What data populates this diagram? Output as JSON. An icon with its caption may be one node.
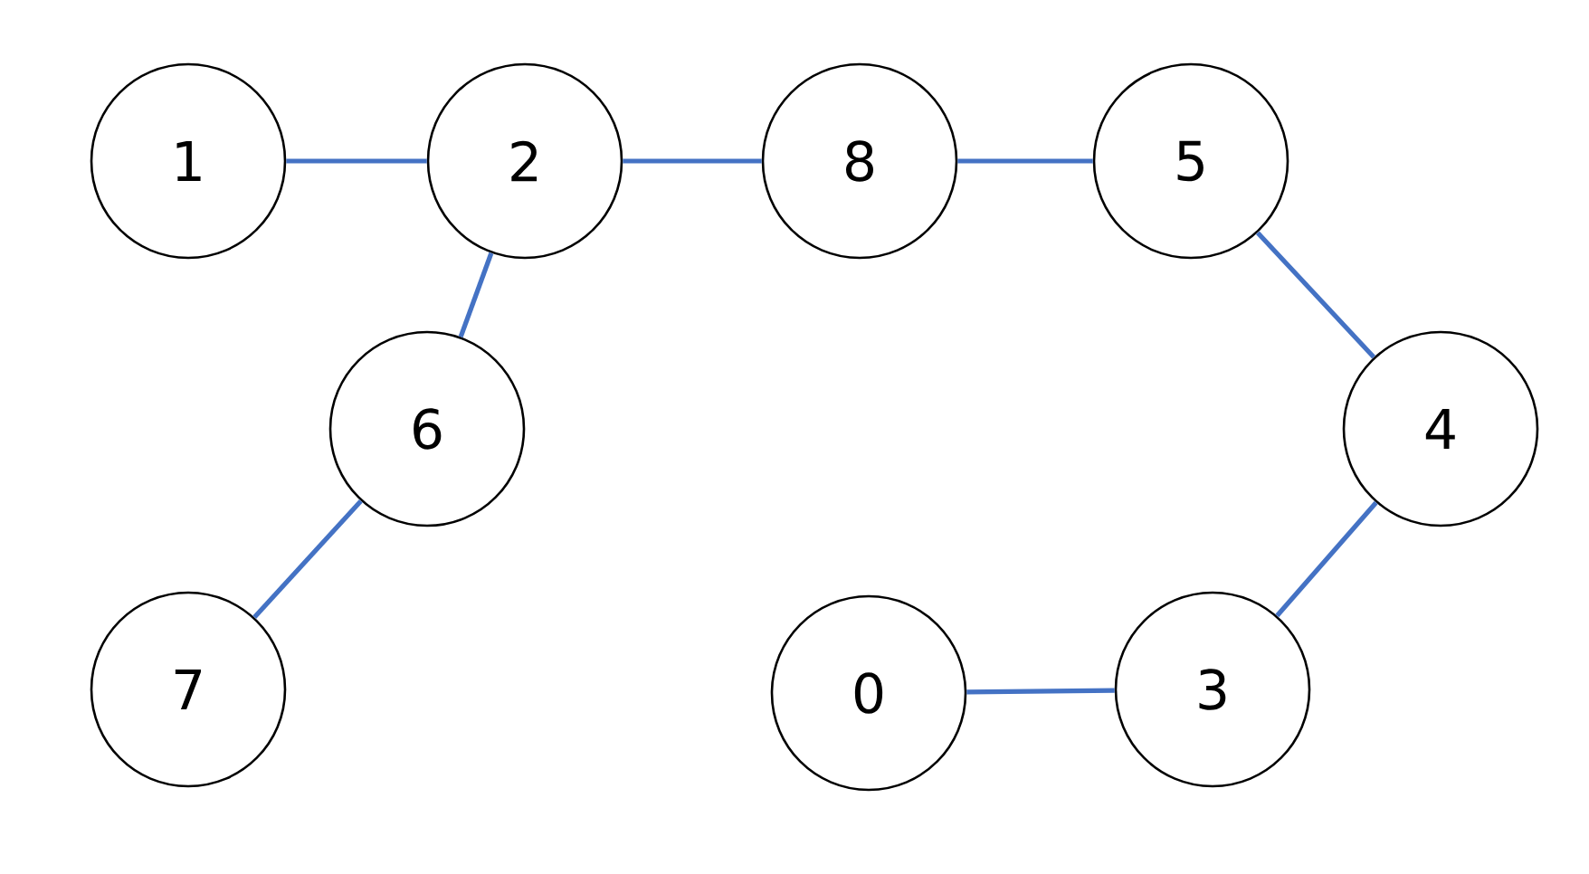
{
  "diagram": {
    "nodes": [
      {
        "text": [
          "1"
        ]
      },
      {
        "text": [
          "2"
        ]
      },
      {
        "text": [
          "8"
        ]
      },
      {
        "text": [
          "5"
        ]
      },
      {
        "text": [
          "6"
        ]
      },
      {
        "text": [
          "4"
        ]
      },
      {
        "text": [
          "7"
        ]
      },
      {
        "text": [
          "0"
        ]
      },
      {
        "text": [
          "3"
        ]
      }
    ],
    "edges": [
      {
        "from": 0,
        "to": 1,
        "arrow": "none"
      },
      {
        "from": 1,
        "to": 2,
        "arrow": "none"
      },
      {
        "from": 2,
        "to": 3,
        "arrow": "none"
      },
      {
        "from": 1,
        "to": 4,
        "arrow": "none"
      },
      {
        "from": 3,
        "to": 5,
        "arrow": "none"
      },
      {
        "from": 4,
        "to": 6,
        "arrow": "none"
      },
      {
        "from": 5,
        "to": 8,
        "arrow": "none"
      },
      {
        "from": 8,
        "to": 7,
        "arrow": "none"
      }
    ]
  }
}
